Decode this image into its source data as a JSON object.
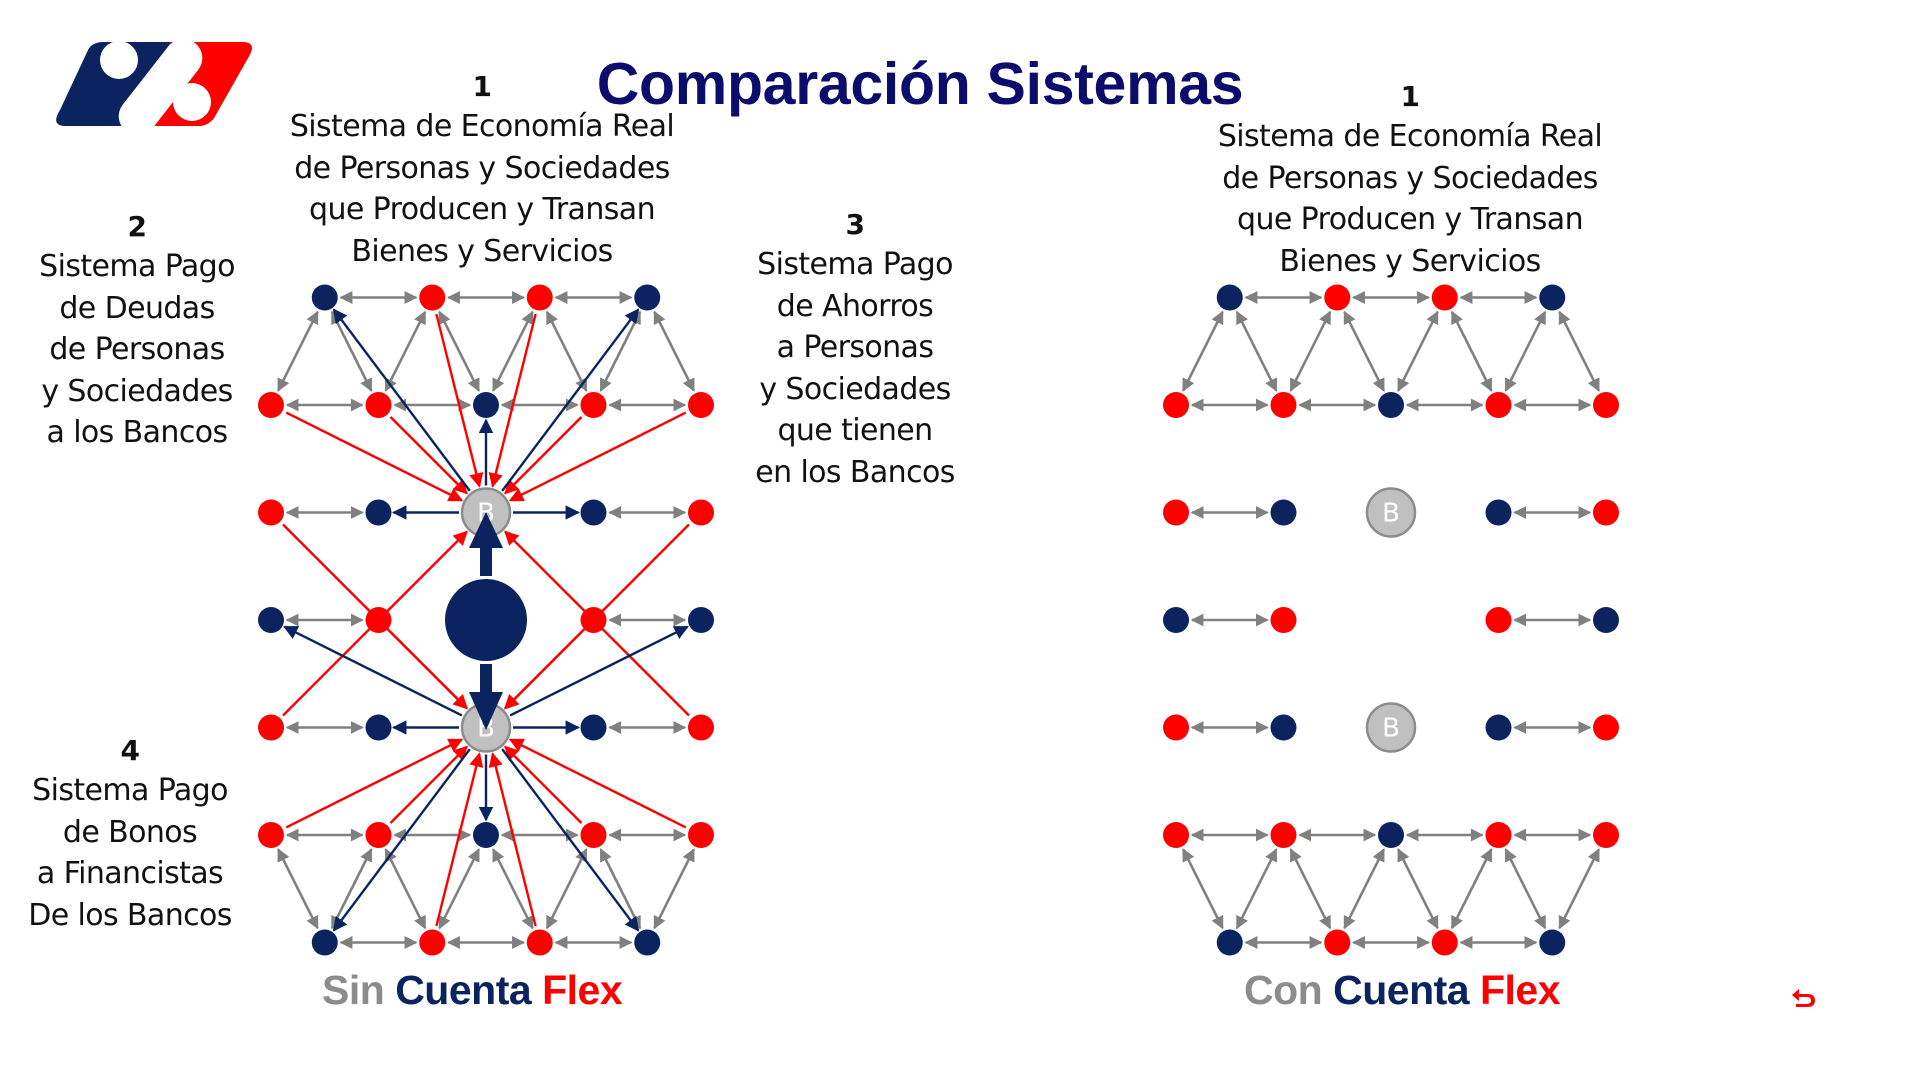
{
  "title": "Comparación Sistemas",
  "colors": {
    "title": "#0b0c6b",
    "navy": "#0b2460",
    "red": "#ff0000",
    "gray_edge": "#808080",
    "bank_fill": "#c0c0c0",
    "bank_stroke": "#8c8c8c"
  },
  "labels": {
    "system1_left": {
      "number": "1",
      "lines": [
        "Sistema de Economía Real",
        "de Personas y Sociedades",
        "que Producen y Transan",
        "Bienes y Servicios"
      ]
    },
    "system2": {
      "number": "2",
      "lines": [
        "Sistema Pago",
        "de Deudas",
        "de Personas",
        "y Sociedades",
        "a los Bancos"
      ]
    },
    "system3": {
      "number": "3",
      "lines": [
        "Sistema Pago",
        "de Ahorros",
        "a Personas",
        "y Sociedades",
        "que tienen",
        "en los Bancos"
      ]
    },
    "system4": {
      "number": "4",
      "lines": [
        "Sistema Pago",
        "de Bonos",
        "a Financistas",
        "De los Bancos"
      ]
    },
    "system1_right": {
      "number": "1",
      "lines": [
        "Sistema de Economía Real",
        "de Personas y Sociedades",
        "que Producen y Transan",
        "Bienes y Servicios"
      ]
    }
  },
  "captions": {
    "left": {
      "word1": "Sin",
      "word2": "Cuenta",
      "word3": "Flex"
    },
    "right": {
      "word1": "Con",
      "word2": "Cuenta",
      "word3": "Flex"
    }
  },
  "bank_label": "B",
  "diagrams": {
    "left": {
      "name": "sin-cuenta-flex",
      "node_rows": [
        [
          "navy",
          "red",
          "red",
          "navy"
        ],
        [
          "red",
          "red",
          "navy",
          "red",
          "red"
        ],
        [
          "red",
          "navy",
          "bank",
          "navy",
          "red"
        ],
        [
          "navy",
          "red",
          "hub",
          "red",
          "navy"
        ],
        [
          "red",
          "navy",
          "bank",
          "navy",
          "red"
        ],
        [
          "red",
          "red",
          "navy",
          "red",
          "red"
        ],
        [
          "navy",
          "red",
          "red",
          "navy"
        ]
      ],
      "has_bank_flows": true
    },
    "right": {
      "name": "con-cuenta-flex",
      "node_rows": [
        [
          "navy",
          "red",
          "red",
          "navy"
        ],
        [
          "red",
          "red",
          "navy",
          "red",
          "red"
        ],
        [
          "red",
          "navy",
          "bank",
          "navy",
          "red"
        ],
        [
          "navy",
          "red",
          "empty",
          "red",
          "navy"
        ],
        [
          "red",
          "navy",
          "bank",
          "navy",
          "red"
        ],
        [
          "red",
          "red",
          "navy",
          "red",
          "red"
        ],
        [
          "navy",
          "red",
          "red",
          "navy"
        ]
      ],
      "has_bank_flows": false
    }
  },
  "icons": {
    "logo": "company-logo",
    "undo": "return-arrow-icon"
  }
}
